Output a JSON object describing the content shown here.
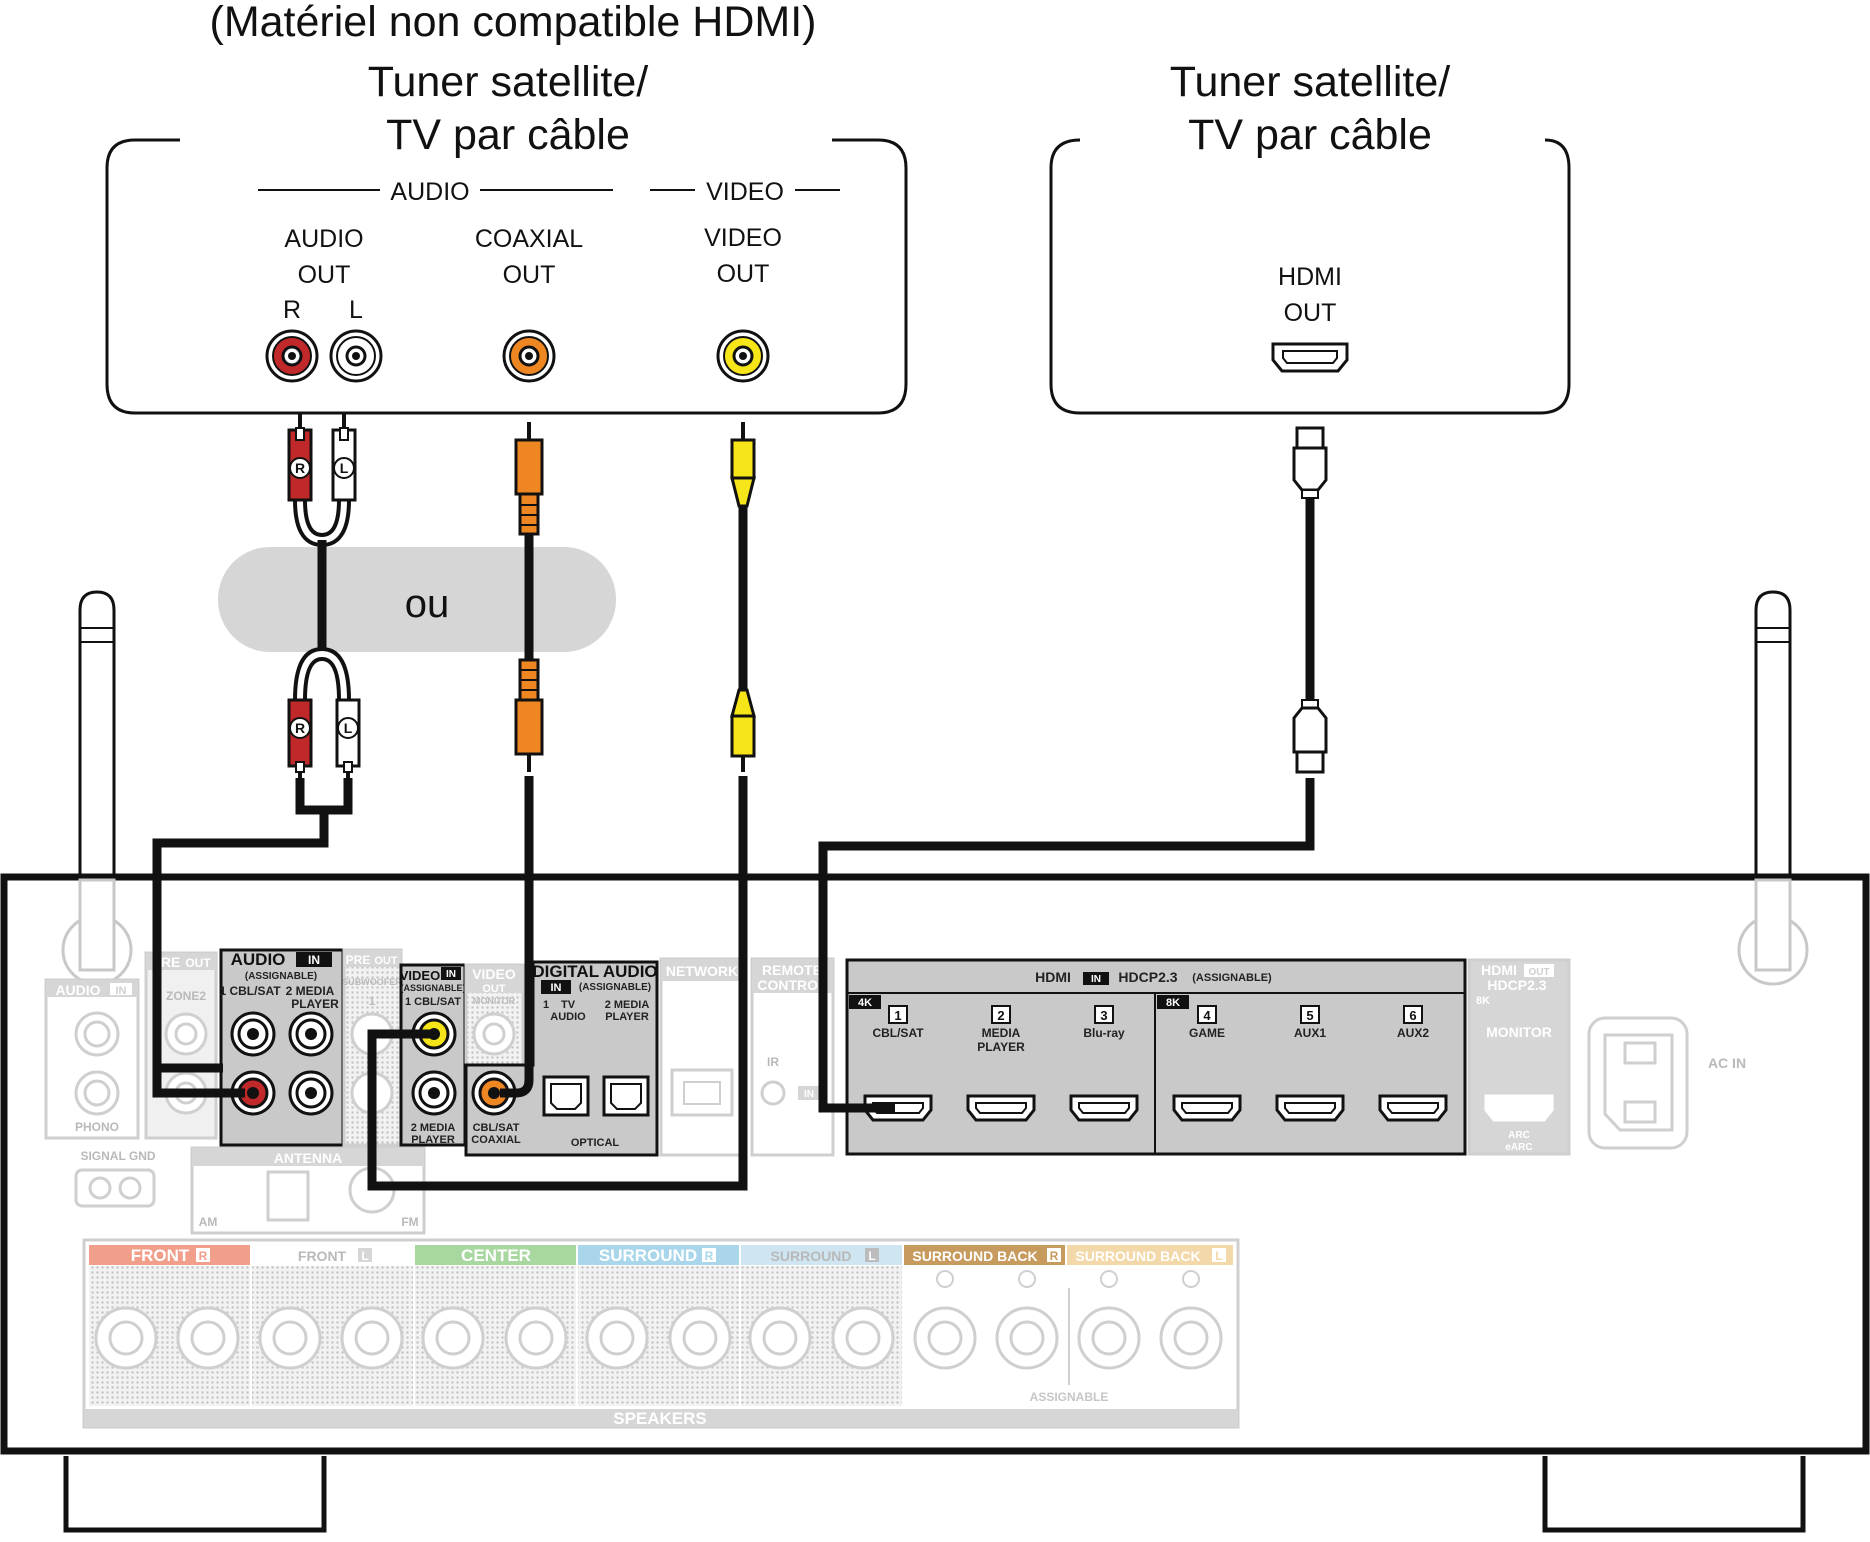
{
  "colors": {
    "red": "#c0282a",
    "white_jack": "#ffffff",
    "orange": "#ee8622",
    "yellow": "#f6e519",
    "panel_gray": "#c9c9c9",
    "faint_gray": "#d6d6d6",
    "cable": "#111111",
    "front_red": "#f19e8a",
    "center_green": "#a9d7a0",
    "surround_blue": "#a9d6ea",
    "surround_lightblue": "#cfe5f1",
    "surround_back_r": "#c79a5d",
    "surround_back_l": "#f3d8a9"
  },
  "source_left": {
    "caption_line1": "(Matériel non compatible HDMI)",
    "caption_line2": "Tuner satellite/",
    "caption_line3": "TV par câble",
    "group_audio": "AUDIO",
    "group_video": "VIDEO",
    "audio_out_line1": "AUDIO",
    "audio_out_line2": "OUT",
    "r": "R",
    "l": "L",
    "coaxial_line1": "COAXIAL",
    "coaxial_line2": "OUT",
    "video_line1": "VIDEO",
    "video_line2": "OUT"
  },
  "source_right": {
    "caption_line1": "Tuner satellite/",
    "caption_line2": "TV par câble",
    "hdmi_line1": "HDMI",
    "hdmi_line2": "OUT"
  },
  "connectors": {
    "plug_r": "R",
    "plug_l": "L",
    "or_label": "ou"
  },
  "receiver": {
    "audio_in_phono": "AUDIO",
    "audio_in_phono_tag": "IN",
    "phono": "PHONO",
    "signal_gnd": "SIGNAL GND",
    "pre_out_1": "PRE",
    "pre_out_1_tag": "OUT",
    "zone2": "ZONE2",
    "audio_in": "AUDIO",
    "audio_in_tag": "IN",
    "assignable": "(ASSIGNABLE)",
    "audio_in_cbl": "1 CBL/SAT",
    "audio_in_media": "2 MEDIA",
    "audio_in_player": "PLAYER",
    "pre_out_2": "PRE",
    "pre_out_2_tag": "OUT",
    "subwoofer": "SUBWOOFER",
    "subwoofer_1": "1",
    "video_in": "VIDEO",
    "video_in_tag": "IN",
    "video_in_cbl": "1 CBL/SAT",
    "video_in_media": "2 MEDIA",
    "video_in_player": "PLAYER",
    "video_out": "VIDEO",
    "video_out_tag": "OUT",
    "monitor_small": "MONITOR",
    "digital_audio": "DIGITAL AUDIO",
    "digital_in_tag": "IN",
    "digital_1": "1",
    "digital_tv": "TV",
    "digital_audio_small": "AUDIO",
    "digital_2": "2 MEDIA",
    "digital_player": "PLAYER",
    "coax_cbl": "CBL/SAT",
    "coax_label": "COAXIAL",
    "optical": "OPTICAL",
    "network": "NETWORK",
    "remote_line1": "REMOTE",
    "remote_line2": "CONTROL",
    "ir": "IR",
    "ir_in": "IN",
    "antenna": "ANTENNA",
    "am": "AM",
    "fm": "FM",
    "hdmi_in_title": "HDMI",
    "hdmi_in_tag": "IN",
    "hdcp": "HDCP2.3",
    "hdmi_assignable": "(ASSIGNABLE)",
    "badge_4k": "4K",
    "badge_8k": "8K",
    "inputs": [
      {
        "num": "1",
        "line1": "CBL/SAT",
        "line2": ""
      },
      {
        "num": "2",
        "line1": "MEDIA",
        "line2": "PLAYER"
      },
      {
        "num": "3",
        "line1": "Blu-ray",
        "line2": ""
      },
      {
        "num": "4",
        "line1": "GAME",
        "line2": ""
      },
      {
        "num": "5",
        "line1": "AUX1",
        "line2": ""
      },
      {
        "num": "6",
        "line1": "AUX2",
        "line2": ""
      }
    ],
    "hdmi_out_title": "HDMI",
    "hdmi_out_tag": "OUT",
    "hdmi_out_hdcp": "HDCP2.3",
    "hdmi_out_8k": "8K",
    "monitor": "MONITOR",
    "arc": "ARC",
    "earc": "eARC",
    "ac_in": "AC IN",
    "speakers": "SPEAKERS",
    "speaker_assignable": "ASSIGNABLE",
    "speaker_groups": [
      {
        "label": "FRONT",
        "side": "R"
      },
      {
        "label": "FRONT",
        "side": "L"
      },
      {
        "label": "CENTER",
        "side": ""
      },
      {
        "label": "SURROUND",
        "side": "R"
      },
      {
        "label": "SURROUND",
        "side": "L"
      },
      {
        "label": "SURROUND BACK",
        "side": "R"
      },
      {
        "label": "SURROUND BACK",
        "side": "L"
      }
    ]
  }
}
